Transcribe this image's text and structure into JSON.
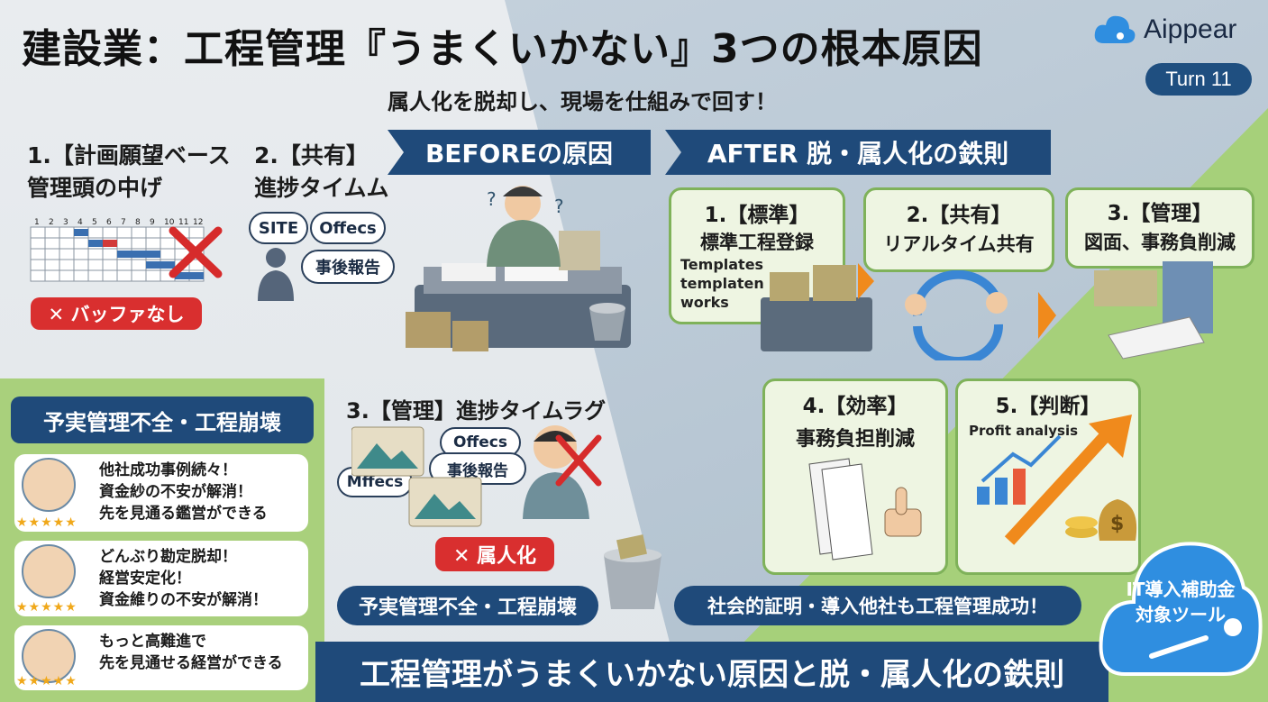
{
  "header": {
    "title": "建設業：工程管理『うまくいかない』3つの根本原因",
    "subtitle": "属人化を脱却し、現場を仕組みで回す！",
    "brand": "Aippear",
    "turn": "Turn 11"
  },
  "before": {
    "banner": "BEFOREの原因",
    "cause1": {
      "line1": "1.【計画願望ベース",
      "line2": "管理頭の中げ",
      "tag": "✕ バッファなし",
      "gantt_days": [
        "1",
        "2",
        "3",
        "4",
        "5",
        "6",
        "7",
        "8",
        "9",
        "10",
        "11",
        "12"
      ]
    },
    "cause2": {
      "line1": "2.【共有】",
      "line2": "進捗タイムム",
      "bubbles": [
        "SITE",
        "Offecs",
        "事後報告"
      ]
    },
    "cause3": {
      "heading": "3.【管理】進捗タイムラグ",
      "bubbles": [
        "Offecs",
        "事後報告",
        "Mffecs"
      ],
      "tag": "✕ 属人化"
    },
    "bottom_banner": "予実管理不全・工程崩壊"
  },
  "reviews": {
    "banner": "予実管理不全・工程崩壊",
    "stars": "★★★★★",
    "items": [
      {
        "lines": [
          "他社成功事例続々！",
          "資金紗の不安が解消！",
          "先を見通る鑑営ができる"
        ]
      },
      {
        "lines": [
          "どんぶり勘定脱却！",
          "経営安定化！",
          "資金維りの不安が解消！"
        ]
      },
      {
        "lines": [
          "もっと高難進で",
          "先を見通せる経営ができる"
        ]
      }
    ]
  },
  "after": {
    "banner": "AFTER  脱・属人化の鉄則",
    "cards": [
      {
        "title": "1.【標準】",
        "sub": "標準工程登録",
        "extra": [
          "Templates",
          "templaten",
          "works"
        ]
      },
      {
        "title": "2.【共有】",
        "sub": "リアルタイム共有"
      },
      {
        "title": "3.【管理】",
        "sub": "図面、事務負削減"
      },
      {
        "title": "4.【効率】",
        "sub": "事務負担削減"
      },
      {
        "title": "5.【判断】",
        "sub": "Profit analysis"
      }
    ],
    "bottom_banner": "社会的証明・導入他社も工程管理成功！"
  },
  "footer": {
    "banner": "工程管理がうまくいかない原因と脱・属人化の鉄則",
    "badge_line1": "IT導入補助金",
    "badge_line2": "対象ツール"
  },
  "colors": {
    "navy": "#1f4a7a",
    "red": "#d92f2f",
    "green": "#7fb25a",
    "orange": "#f08a1c"
  }
}
